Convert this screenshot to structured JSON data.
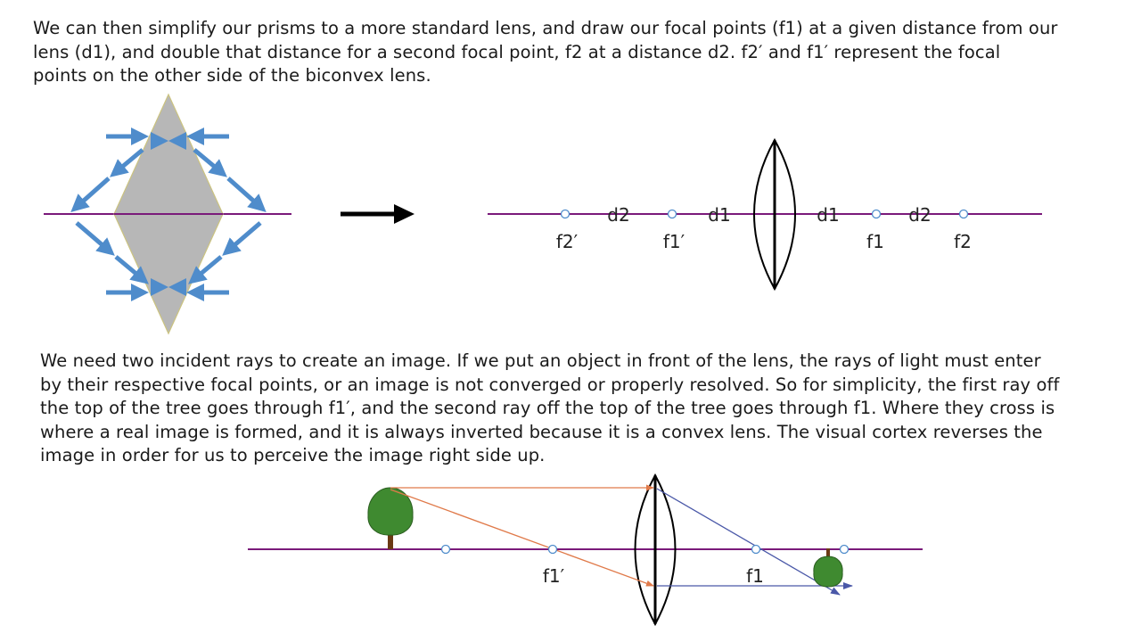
{
  "intro_text": "We can then simplify our prisms to a more standard lens, and draw our focal points (f1) at a given distance from our\nlens (d1), and double that distance for a second focal point, f2 at a distance d2.  f2′ and f1′ represent the focal\npoints on the other side of the biconvex lens.",
  "explanation_text": "We need two incident rays to create an image.  If we put an object in front of the lens, the rays of light must enter\nby their respective focal points, or an image is not converged or properly resolved.  So for simplicity, the first ray off\nthe top of the tree goes through f1′, and the second ray off the top of the tree goes through f1.  Where they cross is\nwhere a real image is formed, and it is always inverted because it is a convex lens.  The visual cortex reverses the\nimage in order for us to perceive the image right side up.",
  "lens_diagram": {
    "labels_above": [
      "d2",
      "d1",
      "d1",
      "d2"
    ],
    "labels_below": [
      "f2′",
      "f1′",
      "f1",
      "f2"
    ]
  },
  "ray_diagram": {
    "labels": [
      "f1′",
      "f1"
    ]
  },
  "colors": {
    "axis": "#7a1a7a",
    "arrow_blue": "#4f8ccb",
    "prism_gray": "#b4b4b4",
    "ray_orange": "#e07a4a",
    "ray_blue": "#4a58a8",
    "tree_green": "#3f8a30",
    "trunk_brown": "#6b3a14"
  }
}
